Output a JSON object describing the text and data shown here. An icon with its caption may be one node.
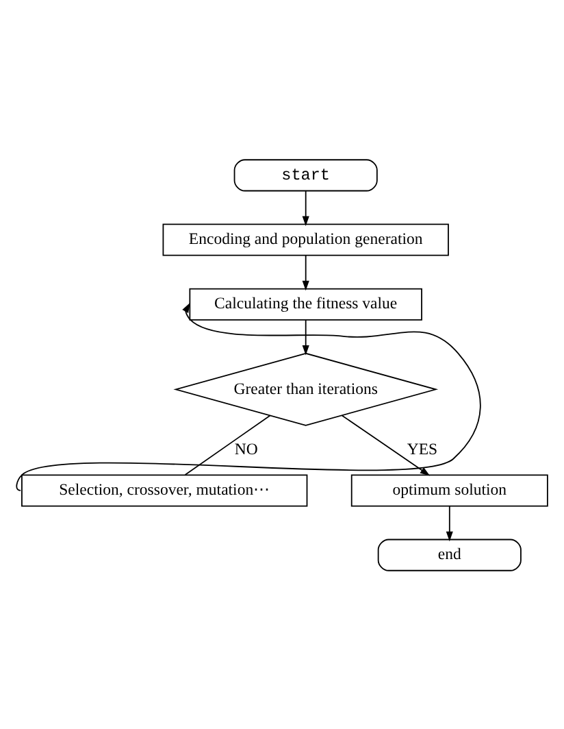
{
  "diagram": {
    "nodes": [
      {
        "text": [
          "start"
        ]
      },
      {
        "text": [
          "Encoding and population generation"
        ]
      },
      {
        "text": [
          "Calculating the fitness value"
        ]
      },
      {
        "text": [
          "Greater than iterations"
        ]
      },
      {
        "text": [
          "Selection, crossover, mutation⋯"
        ]
      },
      {
        "text": [
          "optimum solution"
        ]
      },
      {
        "text": [
          "end"
        ]
      }
    ],
    "edges": [
      {
        "from": 0,
        "to": 1,
        "arrow": "to"
      },
      {
        "from": 1,
        "to": 2,
        "arrow": "to"
      },
      {
        "from": 2,
        "to": 3,
        "arrow": "to"
      },
      {
        "from": 3,
        "to": 4,
        "arrow": "none",
        "label": "NO"
      },
      {
        "from": 3,
        "to": 5,
        "arrow": "to",
        "label": "YES"
      },
      {
        "from": 4,
        "to": 2,
        "arrow": "to"
      },
      {
        "from": 5,
        "to": 6,
        "arrow": "to"
      }
    ]
  }
}
